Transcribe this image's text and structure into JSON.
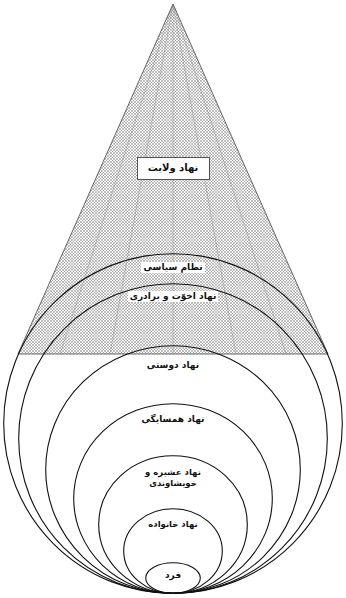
{
  "diagram": {
    "nodes": [
      {
        "text": [
          "نهاد ولایت"
        ]
      },
      {
        "text": [
          "نظام سیاسی"
        ]
      },
      {
        "text": [
          "نهاد اخوّت و برادری"
        ],
        "in": 1
      },
      {
        "text": [
          "نهاد دوستی"
        ],
        "in": 2
      },
      {
        "text": [
          "نهاد همسایگی"
        ],
        "in": 3
      },
      {
        "text": [
          "نهاد عشیره و خویشاوندی"
        ],
        "in": 4
      },
      {
        "text": [
          "نهاد خانواده"
        ],
        "in": 5
      },
      {
        "text": [
          "فرد"
        ],
        "in": 6
      }
    ]
  }
}
